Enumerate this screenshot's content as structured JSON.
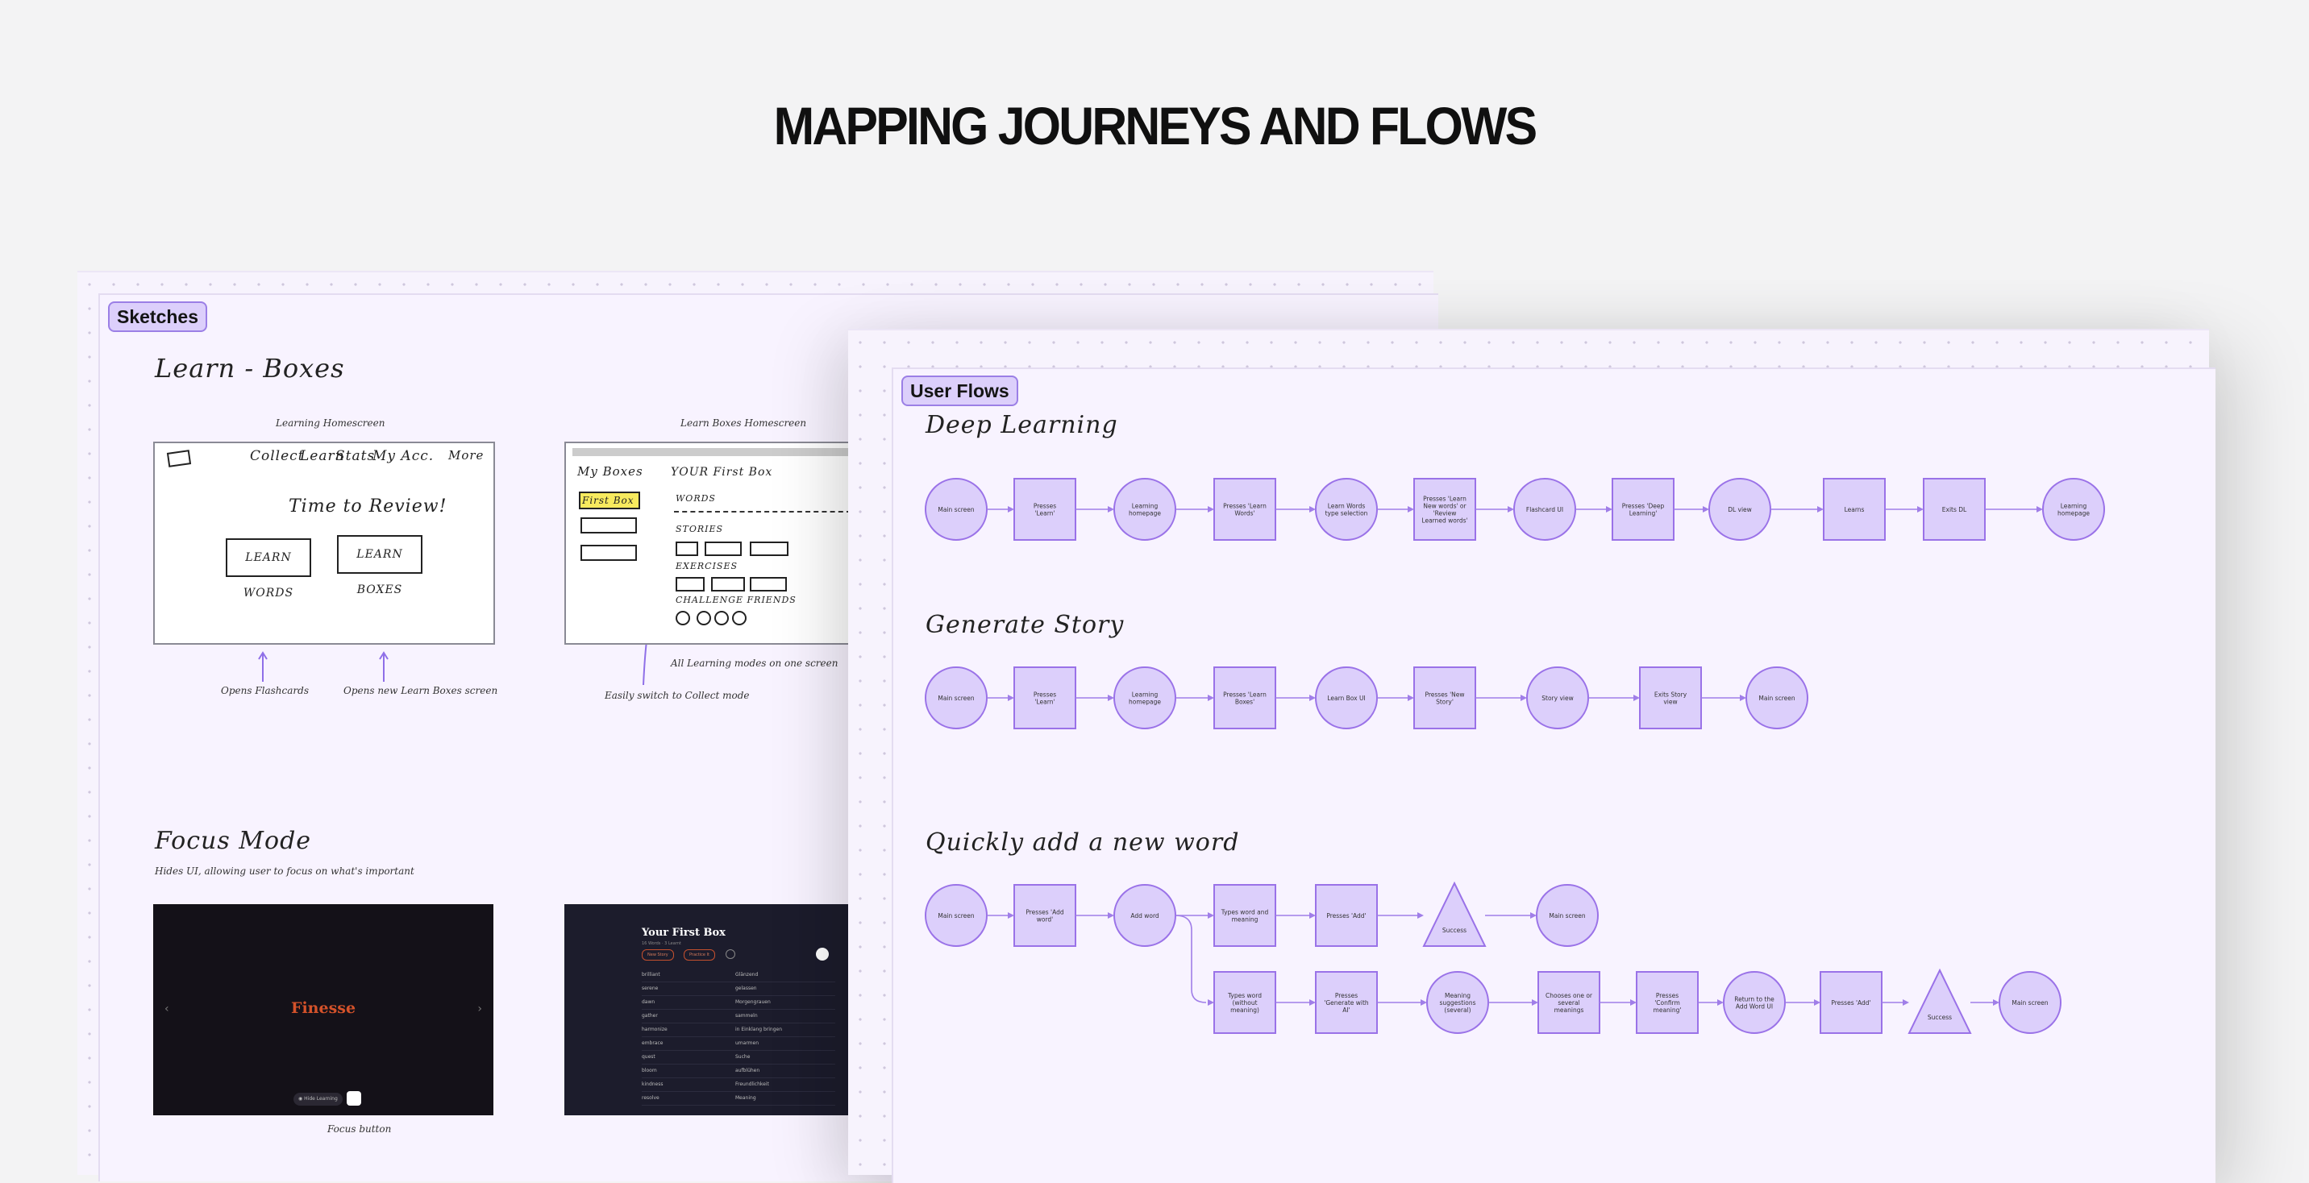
{
  "page": {
    "title": "MAPPING JOURNEYS AND FLOWS"
  },
  "sketches": {
    "tag": "Sketches",
    "learn_boxes": {
      "heading": "Learn - Boxes",
      "homescreen_label": "Learning Homescreen",
      "boxes_label": "Learn Boxes Homescreen",
      "nav_collect": "Collect",
      "nav_learn": "Learn",
      "nav_stats": "Stats",
      "nav_myacc": "My Acc.",
      "nav_more": "More",
      "time_to_review": "Time to Review!",
      "btn_learn_words": "LEARN WORDS",
      "btn_learn_boxes": "LEARN BOXES",
      "note_flashcards": "Opens Flashcards",
      "note_boxes_screen": "Opens new Learn Boxes screen",
      "note_switch": "Easily switch to Collect mode",
      "note_all_modes": "All Learning modes on one screen",
      "my_boxes": "My Boxes",
      "first_box": "First Box",
      "your_first_box": "YOUR First Box",
      "words": "WORDS",
      "stories": "STORIES",
      "exercises": "EXERCISES",
      "challenge": "CHALLENGE FRIENDS"
    },
    "focus_mode": {
      "heading": "Focus Mode",
      "subheading": "Hides UI, allowing user to focus on what's important",
      "word": "Finesse",
      "hide_button": "Hide Learning",
      "caption": "Focus button",
      "box_title": "Your First Box",
      "box_sub": "16 Words · 3 Learnt",
      "chip_new_story": "New Story",
      "chip_practice": "Practice It",
      "rows": [
        [
          "brilliant",
          "Glänzend"
        ],
        [
          "serene",
          "gelassen"
        ],
        [
          "dawn",
          "Morgengrauen"
        ],
        [
          "gather",
          "sammeln"
        ],
        [
          "harmonize",
          "in Einklang bringen"
        ],
        [
          "embrace",
          "umarmen"
        ],
        [
          "quest",
          "Suche"
        ],
        [
          "bloom",
          "aufblühen"
        ],
        [
          "kindness",
          "Freundlichkeit"
        ],
        [
          "resolve",
          "Meaning"
        ]
      ]
    }
  },
  "user_flows": {
    "tag": "User Flows",
    "flows": [
      {
        "title": "Deep Learning",
        "nodes": [
          {
            "shape": "circle",
            "label": "Main screen"
          },
          {
            "shape": "square",
            "label": "Presses 'Learn'"
          },
          {
            "shape": "circle",
            "label": "Learning homepage"
          },
          {
            "shape": "square",
            "label": "Presses 'Learn Words'"
          },
          {
            "shape": "circle",
            "label": "Learn Words type selection"
          },
          {
            "shape": "square",
            "label": "Presses 'Learn New words' or 'Review Learned words'"
          },
          {
            "shape": "circle",
            "label": "Flashcard UI"
          },
          {
            "shape": "square",
            "label": "Presses 'Deep Learning'"
          },
          {
            "shape": "circle",
            "label": "DL view"
          },
          {
            "shape": "square",
            "label": "Learns"
          },
          {
            "shape": "square",
            "label": "Exits DL"
          },
          {
            "shape": "circle",
            "label": "Learning homepage"
          }
        ]
      },
      {
        "title": "Generate Story",
        "nodes": [
          {
            "shape": "circle",
            "label": "Main screen"
          },
          {
            "shape": "square",
            "label": "Presses 'Learn'"
          },
          {
            "shape": "circle",
            "label": "Learning homepage"
          },
          {
            "shape": "square",
            "label": "Presses 'Learn Boxes'"
          },
          {
            "shape": "circle",
            "label": "Learn Box UI"
          },
          {
            "shape": "square",
            "label": "Presses 'New Story'"
          },
          {
            "shape": "circle",
            "label": "Story view"
          },
          {
            "shape": "square",
            "label": "Exits Story view"
          },
          {
            "shape": "circle",
            "label": "Main screen"
          }
        ]
      },
      {
        "title": "Quickly add a new word",
        "nodes": [
          {
            "shape": "circle",
            "label": "Main screen"
          },
          {
            "shape": "square",
            "label": "Presses 'Add word'"
          },
          {
            "shape": "circle",
            "label": "Add word"
          },
          {
            "shape": "square",
            "label": "Types word and meaning"
          },
          {
            "shape": "square",
            "label": "Presses 'Add'"
          },
          {
            "shape": "triangle",
            "label": "Success"
          },
          {
            "shape": "circle",
            "label": "Main screen"
          }
        ],
        "branch": [
          {
            "shape": "square",
            "label": "Types word (without meaning)"
          },
          {
            "shape": "square",
            "label": "Presses 'Generate with AI'"
          },
          {
            "shape": "circle",
            "label": "Meaning suggestions (several)"
          },
          {
            "shape": "square",
            "label": "Chooses one or several meanings"
          },
          {
            "shape": "square",
            "label": "Presses 'Confirm meaning'"
          },
          {
            "shape": "circle",
            "label": "Return to the Add Word UI"
          },
          {
            "shape": "square",
            "label": "Presses 'Add'"
          },
          {
            "shape": "triangle",
            "label": "Success"
          },
          {
            "shape": "circle",
            "label": "Main screen"
          }
        ]
      }
    ]
  },
  "colors": {
    "node_fill": "#dccffb",
    "node_stroke": "#9a72e8",
    "arrow": "#a07ee8",
    "accent_orange": "#d4522a",
    "highlight_yellow": "#f7ea5e"
  }
}
